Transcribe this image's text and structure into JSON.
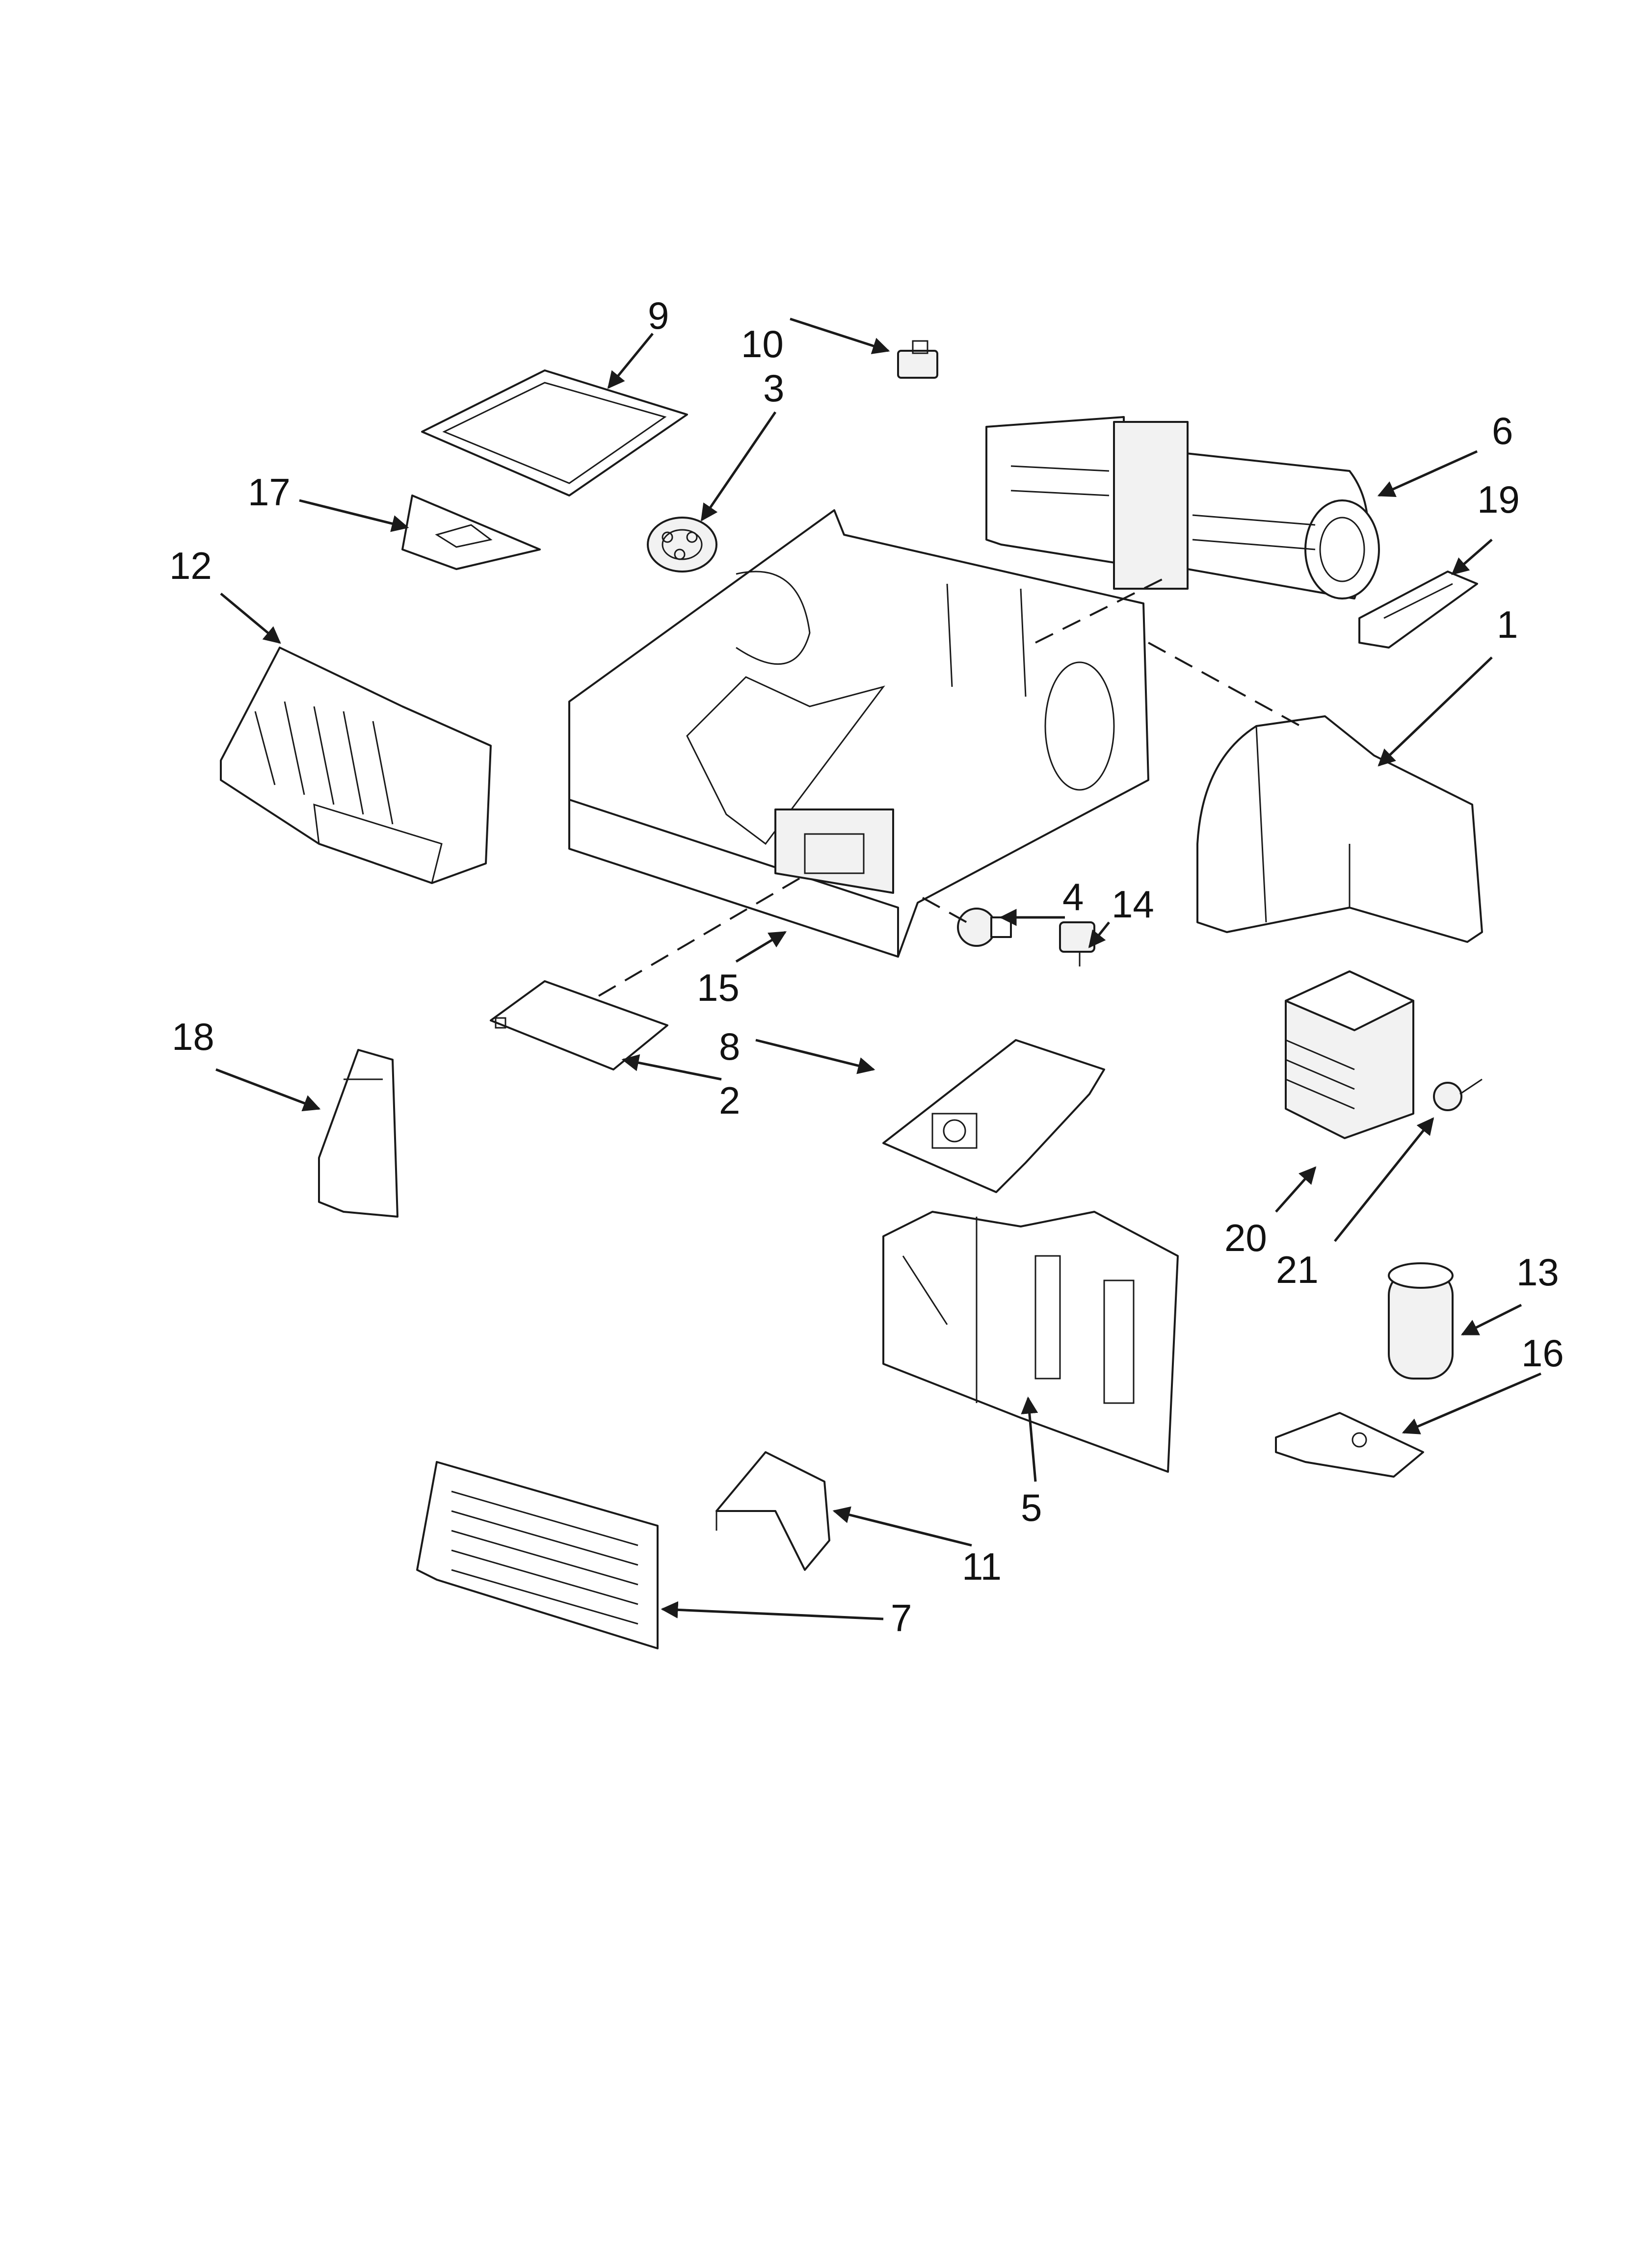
{
  "callouts": [
    "1",
    "2",
    "3",
    "4",
    "5",
    "6",
    "7",
    "8",
    "9",
    "10",
    "11",
    "12",
    "13",
    "14",
    "15",
    "16",
    "17",
    "18",
    "19",
    "20",
    "21"
  ]
}
